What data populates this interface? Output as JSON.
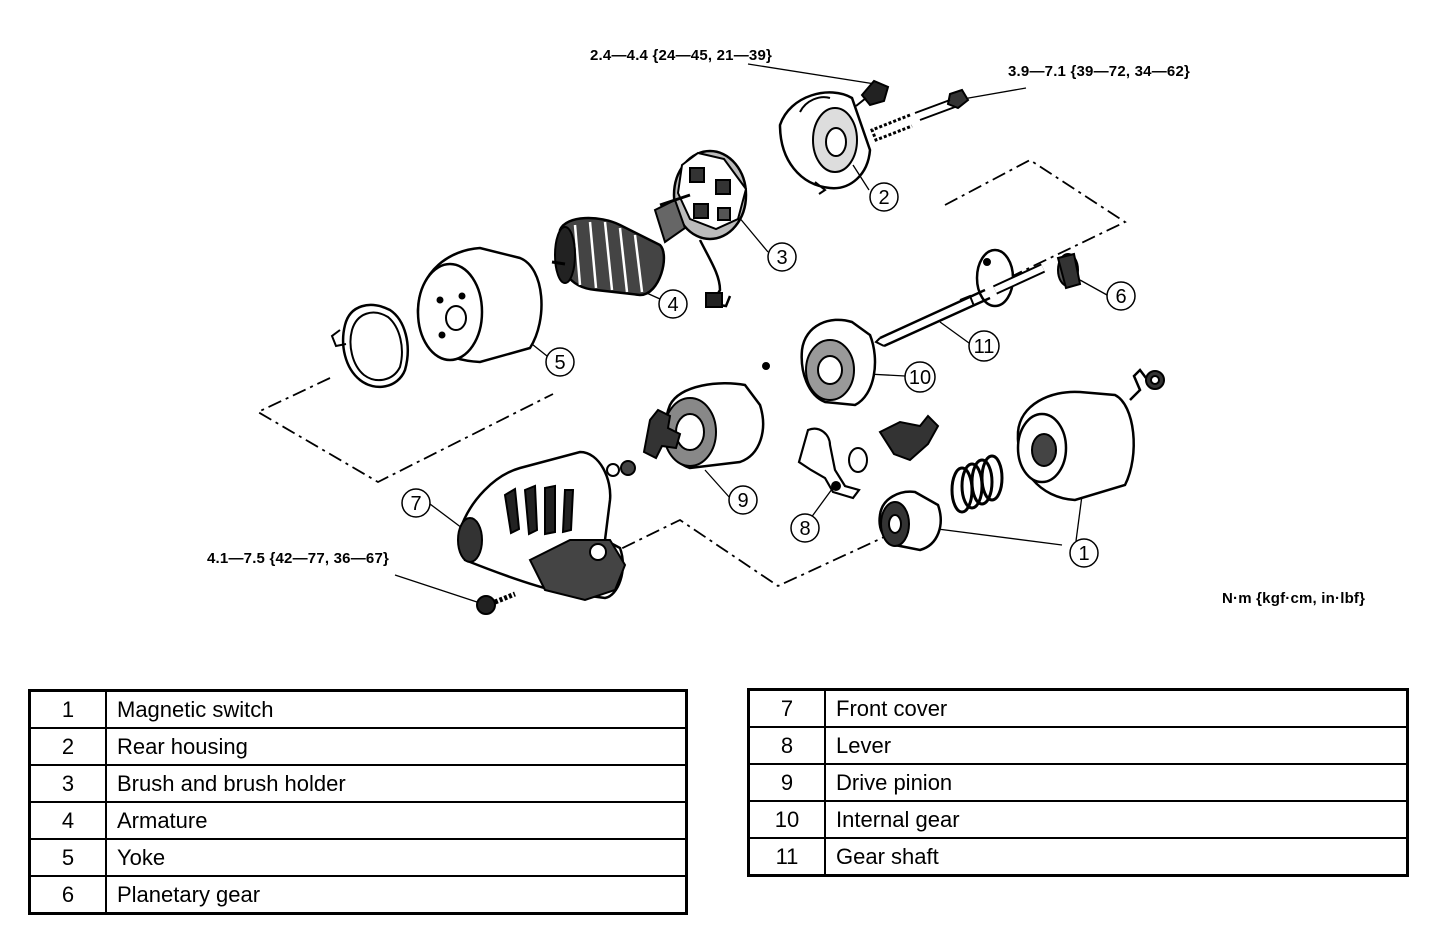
{
  "torque_specs": {
    "top_left": "2.4—4.4 {24—45, 21—39}",
    "top_right": "3.9—7.1 {39—72, 34—62}",
    "bottom_left": "4.1—7.5 {42—77, 36—67}",
    "unit": "N·m {kgf·cm, in·lbf}"
  },
  "callouts": [
    "1",
    "2",
    "3",
    "4",
    "5",
    "6",
    "7",
    "8",
    "9",
    "10",
    "11"
  ],
  "parts_left": [
    {
      "no": "1",
      "name": "Magnetic switch"
    },
    {
      "no": "2",
      "name": "Rear housing"
    },
    {
      "no": "3",
      "name": "Brush and brush holder"
    },
    {
      "no": "4",
      "name": "Armature"
    },
    {
      "no": "5",
      "name": "Yoke"
    },
    {
      "no": "6",
      "name": "Planetary gear"
    }
  ],
  "parts_right": [
    {
      "no": "7",
      "name": "Front cover"
    },
    {
      "no": "8",
      "name": "Lever"
    },
    {
      "no": "9",
      "name": "Drive pinion"
    },
    {
      "no": "10",
      "name": "Internal gear"
    },
    {
      "no": "11",
      "name": "Gear shaft"
    }
  ]
}
